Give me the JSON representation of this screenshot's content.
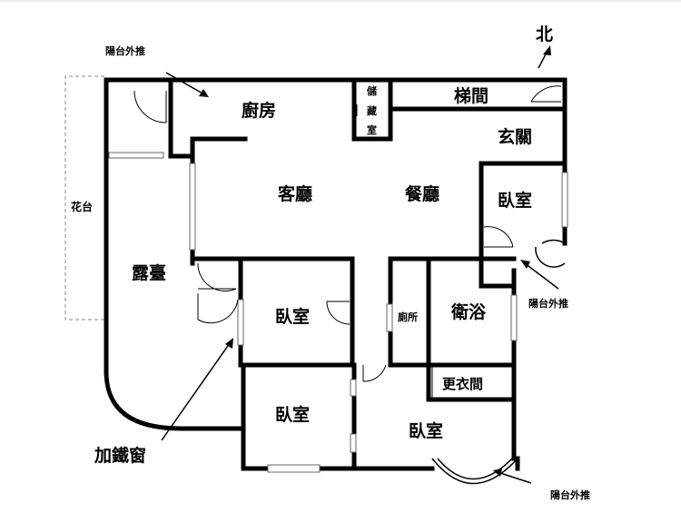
{
  "labels": {
    "north": "北",
    "balcony_push_top": "陽台外推",
    "flower_bed": "花台",
    "terrace": "露臺",
    "kitchen": "廚房",
    "storage_1": "儲",
    "storage_2": "藏",
    "storage_3": "室",
    "stairs": "梯間",
    "foyer": "玄關",
    "living_room": "客廳",
    "dining_room": "餐廳",
    "bedroom_east": "臥室",
    "balcony_push_east": "陽台外推",
    "bedroom_center": "臥室",
    "toilet": "廁所",
    "bathroom": "衛浴",
    "dressing_room": "更衣間",
    "bedroom_sw": "臥室",
    "bedroom_south": "臥室",
    "iron_window": "加鐵窗",
    "balcony_push_south": "陽台外推"
  }
}
